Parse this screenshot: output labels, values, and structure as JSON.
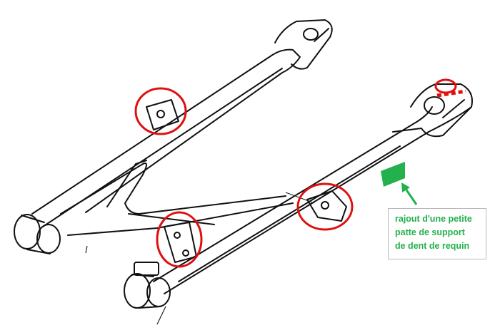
{
  "annotation": {
    "lines": [
      "rajout d'une petite",
      "patte de support",
      "de dent de requin"
    ],
    "color": "#22b14c"
  },
  "markers": {
    "circle_color": "#e01010",
    "new_part_color": "#22b14c"
  }
}
